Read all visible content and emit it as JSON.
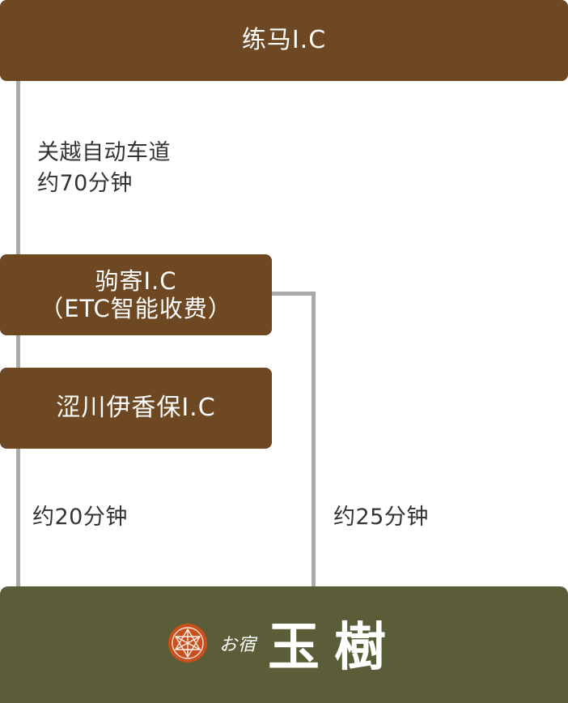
{
  "nodes": {
    "nerima": {
      "label": "练马I.C"
    },
    "komayose": {
      "label_line1": "驹寄I.C",
      "label_line2": "（ETC智能收费）"
    },
    "shibukawa": {
      "label": "涩川伊香保I.C"
    }
  },
  "segments": {
    "kanetsu": {
      "line1": "关越自动车道",
      "line2": "约70分钟"
    },
    "from_shibukawa": {
      "time": "约20分钟"
    },
    "from_komayose": {
      "time": "约25分钟"
    }
  },
  "destination": {
    "logo": {
      "sub": "お宿",
      "name": "玉樹"
    }
  },
  "colors": {
    "node_brown": "#6e4822",
    "destination_olive": "#5a5d38",
    "route_line": "#aaaaaa",
    "emblem_orange": "#c9501c"
  }
}
